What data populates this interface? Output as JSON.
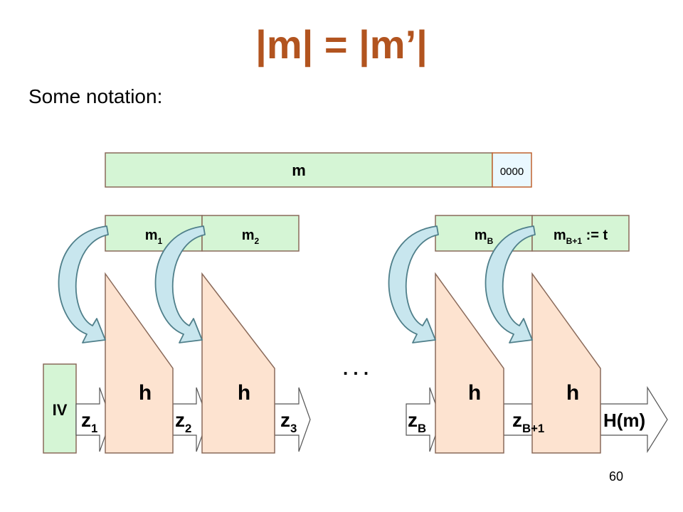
{
  "title": "|m| = |m’|",
  "subtitle": "Some notation:",
  "slide_number": "60",
  "colors": {
    "title": "#b2541f",
    "message_fill": "#d5f5d5",
    "padding_fill": "#eaf8ff",
    "block_fill": "#fde3d0",
    "iv_fill": "#d5f5d5",
    "curved_arrow_fill": "#c8e6ee"
  },
  "message": {
    "label": "m",
    "padding": "0000"
  },
  "blocks": [
    {
      "base": "m",
      "sub": "1",
      "suffix": ""
    },
    {
      "base": "m",
      "sub": "2",
      "suffix": ""
    },
    {
      "base": "m",
      "sub": "B",
      "suffix": ""
    },
    {
      "base": "m",
      "sub": "B+1",
      "suffix": " := t"
    }
  ],
  "compress_label": "h",
  "iv_label": "IV",
  "ellipsis": ". . .",
  "chain": [
    {
      "base": "z",
      "sub": "1"
    },
    {
      "base": "z",
      "sub": "2"
    },
    {
      "base": "z",
      "sub": "3"
    },
    {
      "base": "z",
      "sub": "B"
    },
    {
      "base": "z",
      "sub": "B+1"
    }
  ],
  "output_label": "H(m)"
}
